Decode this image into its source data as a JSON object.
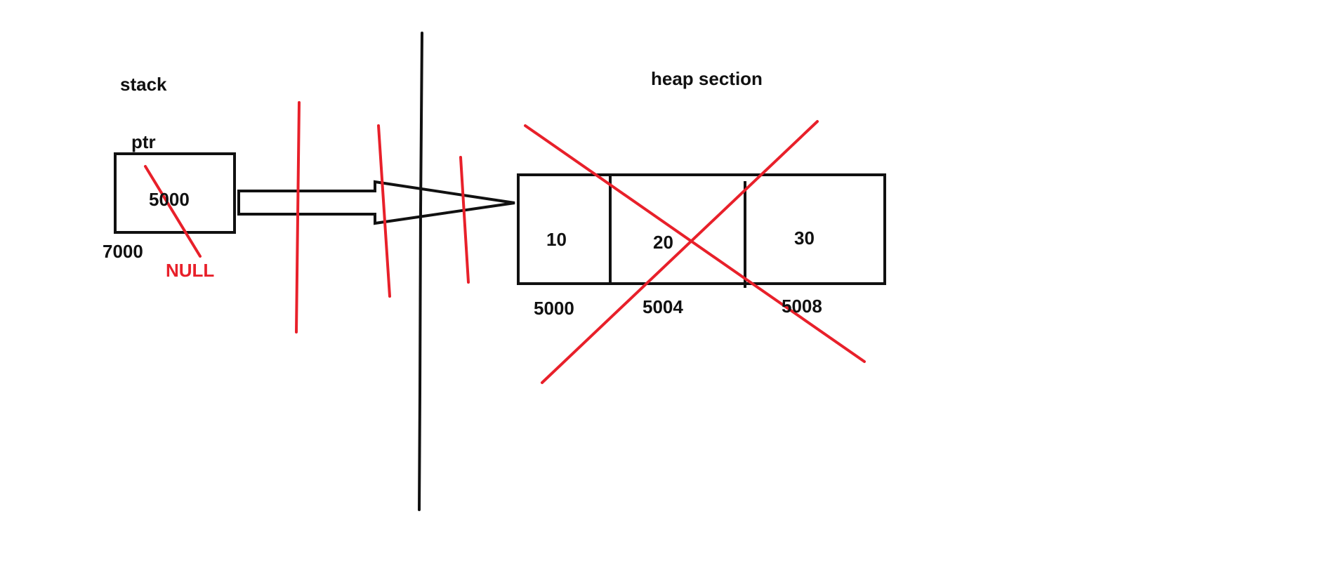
{
  "labels": {
    "stack": "stack",
    "heap": "heap section",
    "pointer_name": "ptr",
    "pointer_value": "5000",
    "pointer_address": "7000",
    "null_label": "NULL"
  },
  "heap_cells": [
    {
      "value": "10",
      "address": "5000"
    },
    {
      "value": "20",
      "address": "5004"
    },
    {
      "value": "30",
      "address": "5008"
    }
  ],
  "colors": {
    "ink": "#111111",
    "strike": "#e8202a"
  }
}
